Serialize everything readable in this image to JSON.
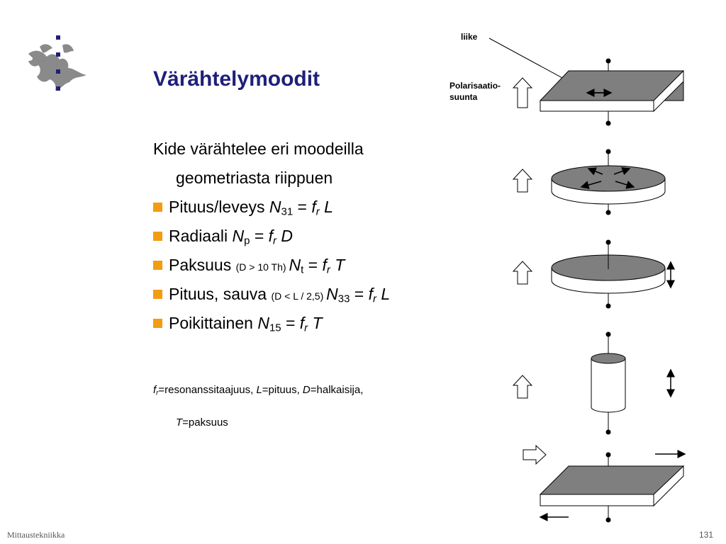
{
  "slide": {
    "title": "Värähtelymoodit",
    "intro_line1": "Kide värähtelee eri moodeilla",
    "intro_line2": "geometriasta riippuen",
    "bullets": [
      {
        "label": "Pituus/leveys ",
        "note": "",
        "sym": "N",
        "sub": "31",
        "eq": " = ",
        "f": "f",
        "fsub": "r",
        "dim": " L"
      },
      {
        "label": "Radiaali ",
        "note": "",
        "sym": "N",
        "sub": "p",
        "eq": " = ",
        "f": "f",
        "fsub": "r",
        "dim": " D"
      },
      {
        "label": "Paksuus ",
        "note": "(D > 10 Th) ",
        "sym": "N",
        "sub": "t",
        "eq": " = ",
        "f": "f",
        "fsub": "r",
        "dim": " T"
      },
      {
        "label": "Pituus, sauva ",
        "note": "(D < L / 2,5) ",
        "sym": "N",
        "sub": "33",
        "eq": " = ",
        "f": "f",
        "fsub": "r",
        "dim": " L"
      },
      {
        "label": "Poikittainen ",
        "note": "",
        "sym": "N",
        "sub": "15",
        "eq": " = ",
        "f": "f",
        "fsub": "r",
        "dim": " T"
      }
    ],
    "legend": {
      "f": "f",
      "fsub": "r",
      "f_text": "=resonanssitaajuus, ",
      "L": "L",
      "L_text": "=pituus, ",
      "D": "D",
      "D_text": "=halkaisija,",
      "T": "T",
      "T_text": "=paksuus"
    },
    "diagram": {
      "label_motion": "liike",
      "label_polarization_1": "Polarisaatio-",
      "label_polarization_2": "suunta"
    },
    "footer_left": "Mittaustekniikka",
    "page_number": "131"
  },
  "colors": {
    "title": "#1f1f7a",
    "bullet": "#f39c12",
    "logo": "#8a8a8a",
    "logo_dots": "#1f1f7a",
    "plate_top": "#7f7f7f"
  },
  "icons": [
    "university-logo-icon",
    "polarization-up-arrow-icon",
    "polarization-right-arrow-icon",
    "double-headed-arrow-icon"
  ]
}
